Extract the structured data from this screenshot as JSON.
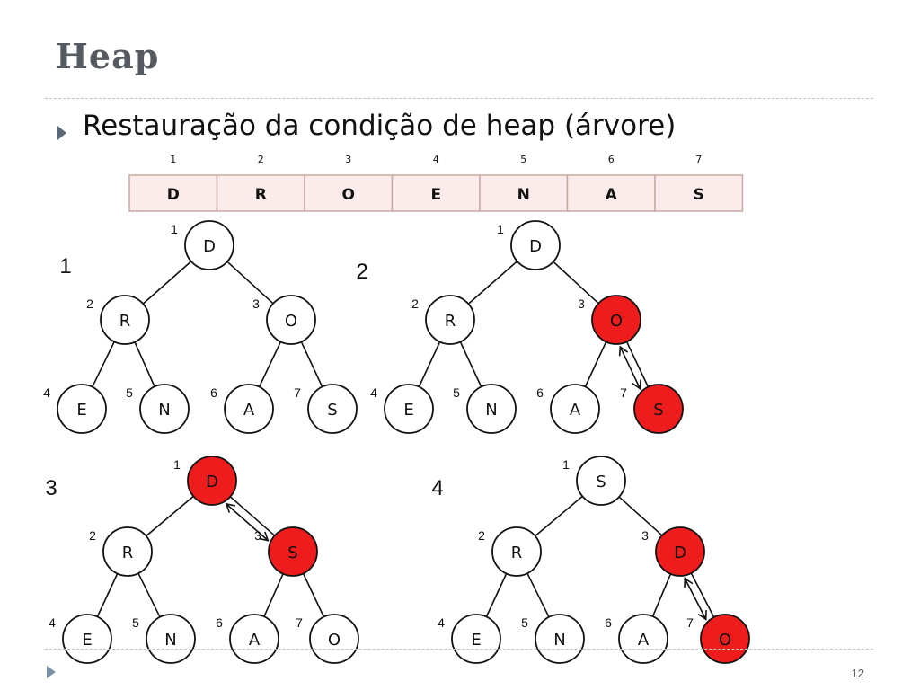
{
  "slide": {
    "title": "Heap",
    "bullet": "Restauração da condição de heap (árvore)",
    "page_number": "12"
  },
  "colors": {
    "highlight": "#ee1c1c",
    "node_fill": "#ffffff",
    "cell_fill": "#fbeceb",
    "cell_border": "#c9a8a4"
  },
  "array": {
    "indices": [
      "1",
      "2",
      "3",
      "4",
      "5",
      "6",
      "7"
    ],
    "values": [
      "D",
      "R",
      "O",
      "E",
      "N",
      "A",
      "S"
    ]
  },
  "trees": [
    {
      "label": "1",
      "nodes": [
        "D",
        "R",
        "O",
        "E",
        "N",
        "A",
        "S"
      ],
      "highlight": [],
      "swap": null
    },
    {
      "label": "2",
      "nodes": [
        "D",
        "R",
        "O",
        "E",
        "N",
        "A",
        "S"
      ],
      "highlight": [
        3,
        7
      ],
      "swap": [
        3,
        7
      ]
    },
    {
      "label": "3",
      "nodes": [
        "D",
        "R",
        "S",
        "E",
        "N",
        "A",
        "O"
      ],
      "highlight": [
        1,
        3
      ],
      "swap": [
        1,
        3
      ]
    },
    {
      "label": "4",
      "nodes": [
        "S",
        "R",
        "D",
        "E",
        "N",
        "A",
        "O"
      ],
      "highlight": [
        3,
        7
      ],
      "swap": [
        3,
        7
      ]
    }
  ],
  "node_numbers": [
    "1",
    "2",
    "3",
    "4",
    "5",
    "6",
    "7"
  ]
}
